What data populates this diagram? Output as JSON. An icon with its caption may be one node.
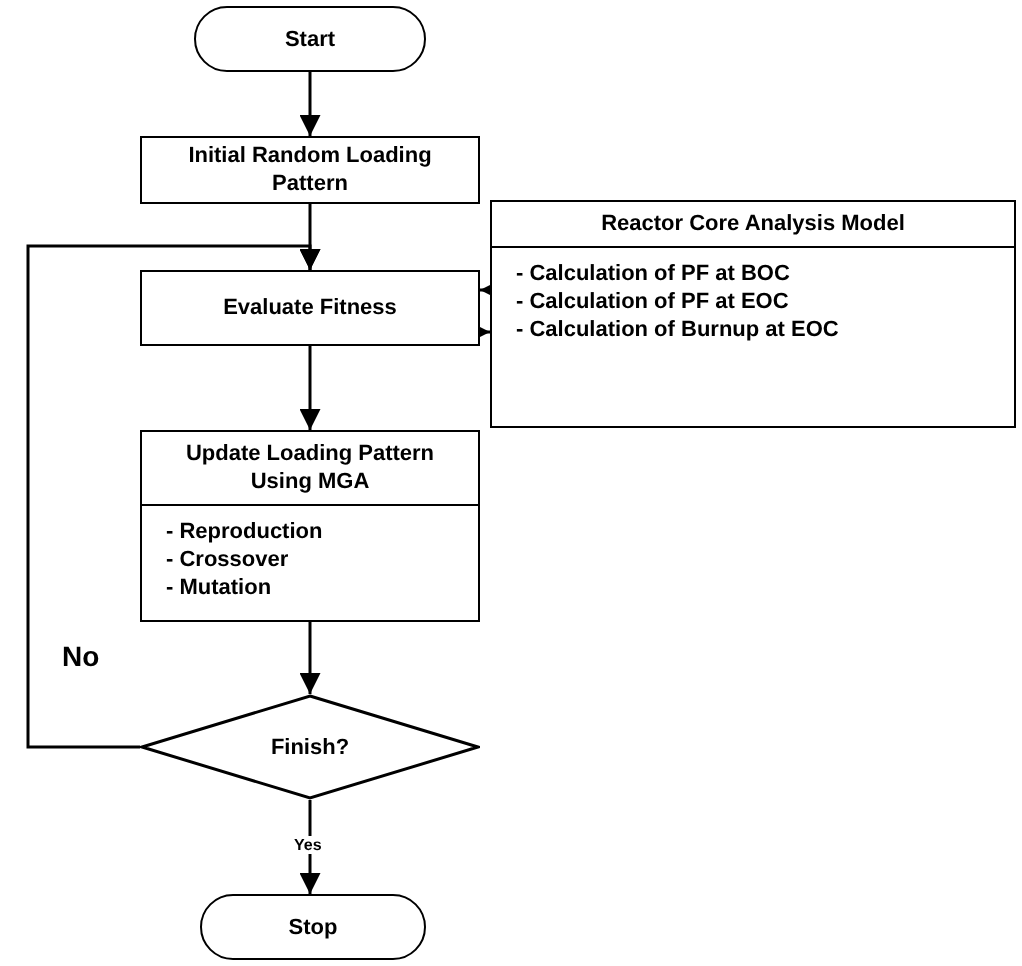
{
  "diagram": {
    "nodes": [
      {
        "text": [
          "Start"
        ]
      },
      {
        "text": [
          "Initial Random Loading Pattern"
        ]
      },
      {
        "text": [
          "Evaluate Fitness"
        ]
      },
      {
        "text": [
          "Reactor Core Analysis Model",
          "- Calculation of PF at BOC",
          "- Calculation of PF at EOC",
          "- Calculation of Burnup at EOC"
        ]
      },
      {
        "text": [
          "Update Loading Pattern Using MGA",
          "- Reproduction",
          "- Crossover",
          "- Mutation"
        ]
      },
      {
        "text": [
          "Finish?"
        ]
      },
      {
        "text": [
          "Stop"
        ]
      }
    ],
    "edges": [
      {
        "from": 0,
        "to": 1,
        "arrow": "to"
      },
      {
        "from": 1,
        "to": 2,
        "arrow": "to"
      },
      {
        "from": 3,
        "to": 2,
        "arrow": "to"
      },
      {
        "from": 2,
        "to": 3,
        "arrow": "to"
      },
      {
        "from": 2,
        "to": 4,
        "arrow": "to"
      },
      {
        "from": 4,
        "to": 5,
        "arrow": "to"
      },
      {
        "from": 5,
        "to": 2,
        "arrow": "to",
        "label": "No"
      },
      {
        "from": 5,
        "to": 6,
        "arrow": "to",
        "label": "Yes"
      }
    ]
  }
}
